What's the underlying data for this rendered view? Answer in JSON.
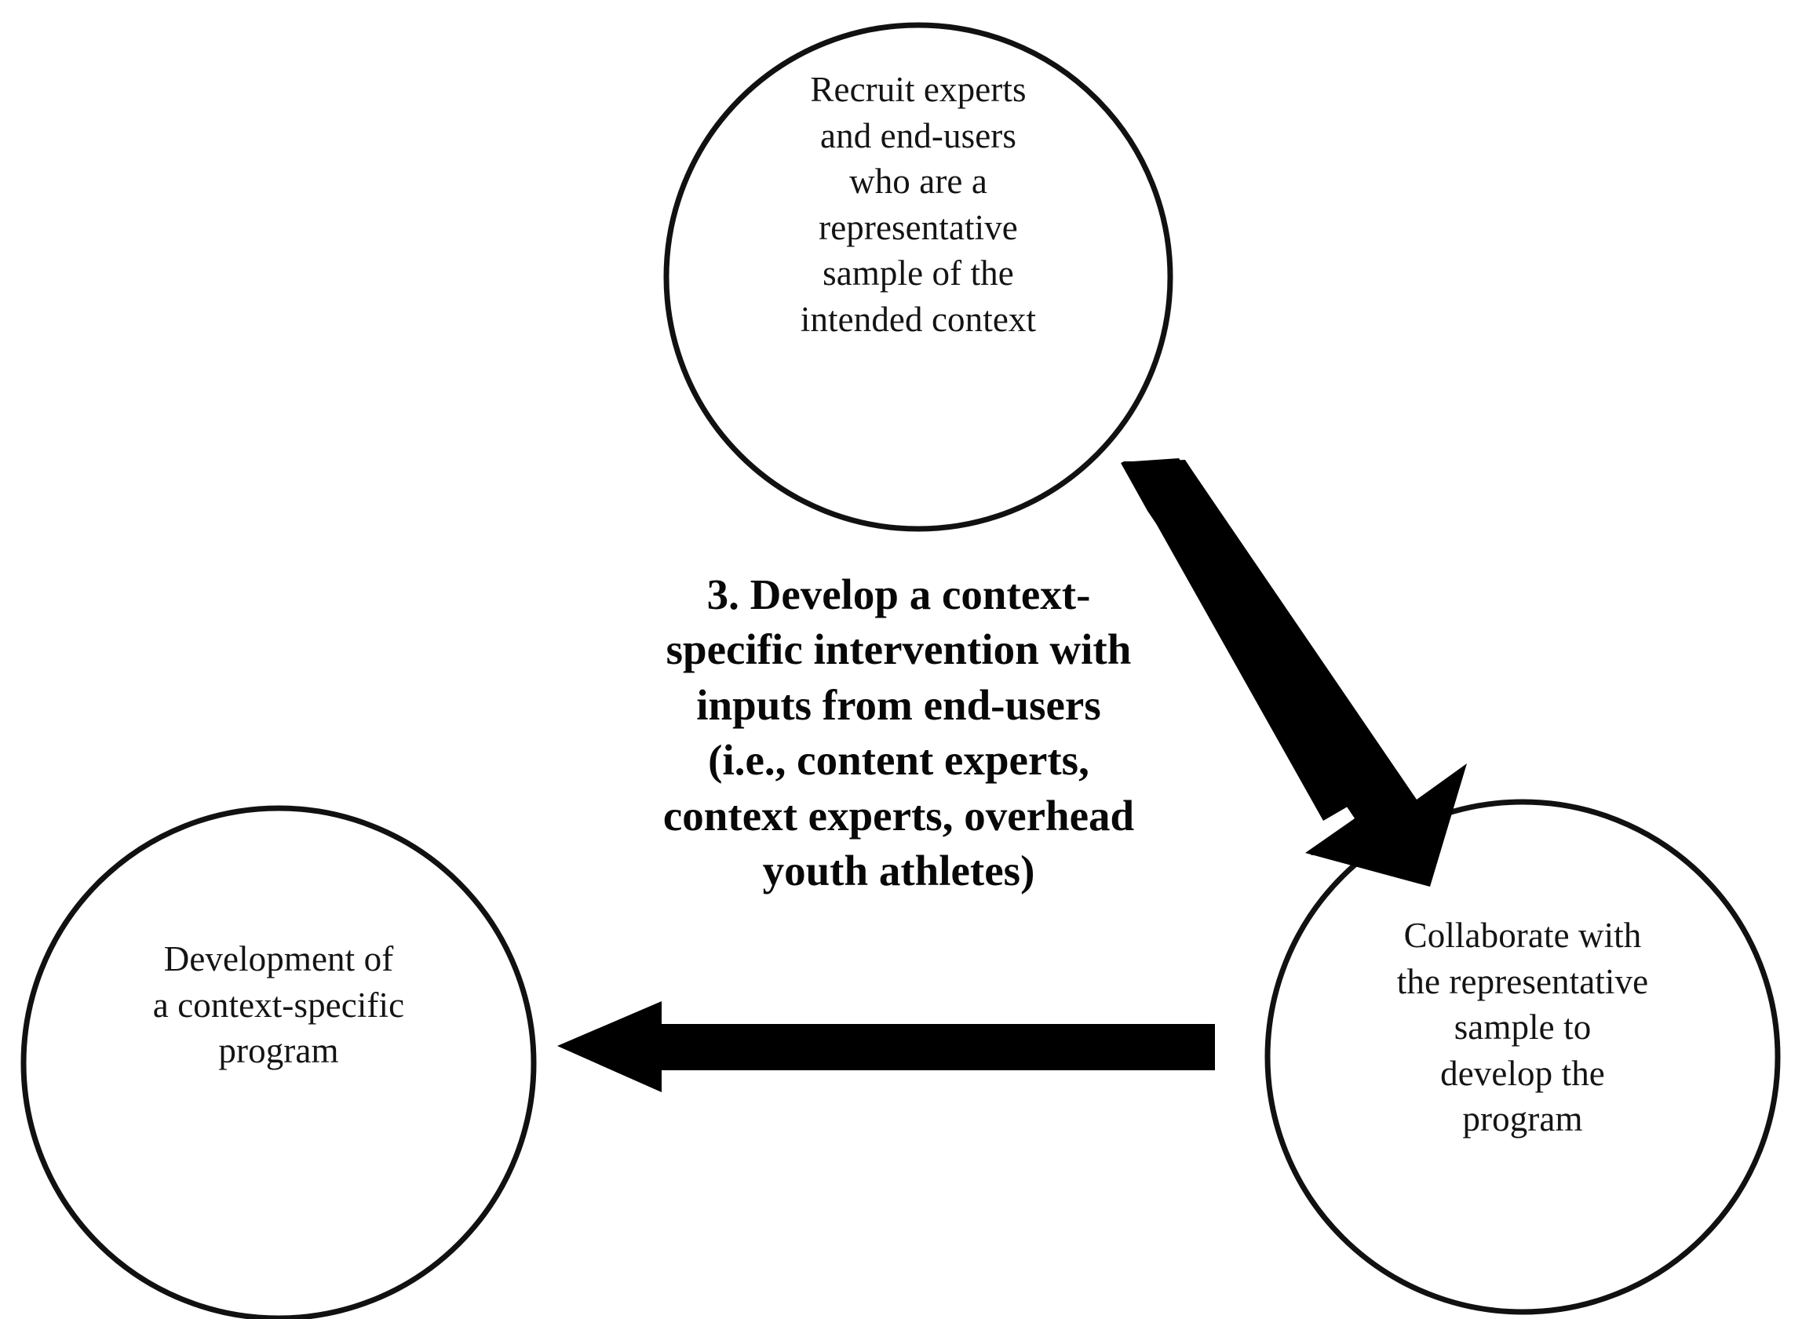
{
  "diagram": {
    "title": "3. Develop a context-specific intervention with inputs from end-users (i.e., content experts, context experts, overhead youth athletes)",
    "center_label": "3. Develop a context-\nspecific intervention with\ninputs from end-users\n(i.e., content experts,\ncontext experts, overhead\nyouth athletes)",
    "stroke_color": "#111111",
    "fill_color": "#ffffff",
    "arrow_color": "#000000",
    "nodes": [
      {
        "id": "recruit",
        "position": "top",
        "text": "Recruit experts\nand end-users\nwho are a\nrepresentative\nsample of the\nintended context"
      },
      {
        "id": "collaborate",
        "position": "bottom-right",
        "text": "Collaborate with\nthe representative\nsample to\ndevelop the\nprogram"
      },
      {
        "id": "development",
        "position": "bottom-left",
        "text": "Development of\na context-specific\nprogram"
      }
    ],
    "arrows": [
      {
        "id": "recruit-to-collaborate",
        "from": "recruit",
        "to": "collaborate",
        "style": "block-arrow-diagonal"
      },
      {
        "id": "collaborate-to-development",
        "from": "collaborate",
        "to": "development",
        "style": "block-arrow-horizontal-left"
      }
    ]
  }
}
